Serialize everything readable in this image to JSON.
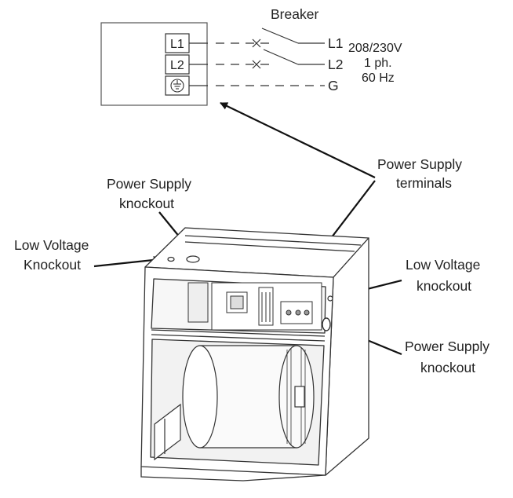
{
  "wiring": {
    "breaker_label": "Breaker",
    "terminals": [
      "L1",
      "L2"
    ],
    "ground_symbol": "ground-icon",
    "lines": [
      "L1",
      "L2",
      "G"
    ],
    "spec": [
      "208/230V",
      "1 ph.",
      "60 Hz"
    ]
  },
  "callouts": {
    "power_supply_terminals": [
      "Power Supply",
      "terminals"
    ],
    "power_supply_knockout_top": [
      "Power Supply",
      "knockout"
    ],
    "low_voltage_knockout_left": [
      "Low Voltage",
      "Knockout"
    ],
    "low_voltage_knockout_right": [
      "Low Voltage",
      "knockout"
    ],
    "power_supply_knockout_right": [
      "Power Supply",
      "knockout"
    ]
  }
}
